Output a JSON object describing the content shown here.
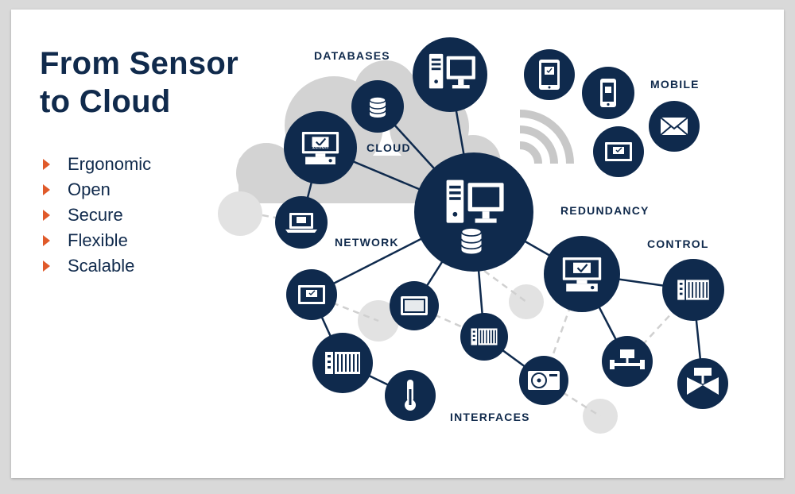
{
  "title": {
    "line1": "From Sensor",
    "line2": "to Cloud"
  },
  "bullets": [
    "Ergonomic",
    "Open",
    "Secure",
    "Flexible",
    "Scalable"
  ],
  "labels": {
    "databases": "DATABASES",
    "cloud": "CLOUD",
    "network": "NETWORK",
    "mobile": "MOBILE",
    "redundancy": "REDUNDANCY",
    "control": "CONTROL",
    "interfaces": "INTERFACES"
  },
  "brand_text": "zenon",
  "colors": {
    "navy": "#0f2a4d",
    "accent": "#e05a2a",
    "cloud": "#d3d3d3",
    "bubble": "#e2e2e2",
    "background": "#ffffff"
  },
  "icons": [
    "database-icon",
    "computer-icon",
    "laptop-icon",
    "tablet-icon",
    "smartphone-icon",
    "mail-icon",
    "wifi-signal-icon",
    "panel-pc-icon",
    "io-module-icon",
    "thermometer-icon",
    "disc-drive-icon",
    "valve-icon",
    "network-switch-icon"
  ]
}
